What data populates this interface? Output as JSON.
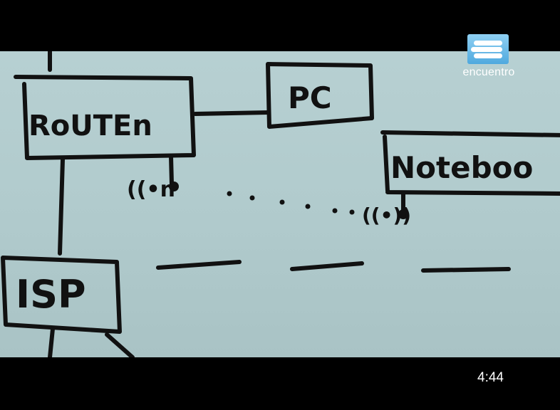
{
  "diagram": {
    "router_label": "RoUTEn",
    "pc_label": "PC",
    "notebook_label": "Noteboo",
    "isp_label": "ISP",
    "wifi_left": "((•n",
    "wifi_right": "((•))"
  },
  "overlay": {
    "logo_text": "encuentro",
    "logo_icon": "channel-logo-icon",
    "timestamp": "4:44"
  },
  "colors": {
    "whiteboard": "#b1cbcd",
    "ink": "#111111",
    "letterbox": "#000000",
    "logo_accent": "#4fa9de"
  }
}
